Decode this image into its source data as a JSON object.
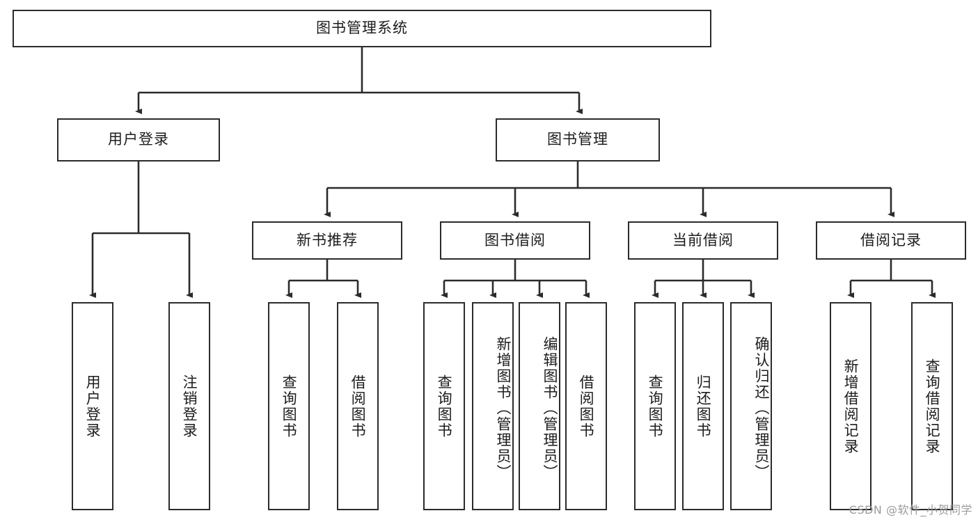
{
  "diagram": {
    "title": "图书管理系统",
    "type": "tree-hierarchy-flowchart",
    "watermark": "CSDN @软件_小贺同学",
    "root": {
      "label": "图书管理系统"
    },
    "level1": [
      {
        "label": "用户登录"
      },
      {
        "label": "图书管理"
      }
    ],
    "level2": [
      {
        "label": "新书推荐"
      },
      {
        "label": "图书借阅"
      },
      {
        "label": "当前借阅"
      },
      {
        "label": "借阅记录"
      }
    ],
    "leaves": {
      "user_login": [
        {
          "label": "用户登录"
        },
        {
          "label": "注销登录"
        }
      ],
      "new_book_recommend": [
        {
          "label": "查询图书"
        },
        {
          "label": "借阅图书"
        }
      ],
      "book_borrow": [
        {
          "label": "查询图书"
        },
        {
          "label": "新增图书（管理员）"
        },
        {
          "label": "编辑图书（管理员）"
        },
        {
          "label": "借阅图书"
        }
      ],
      "current_borrow": [
        {
          "label": "查询图书"
        },
        {
          "label": "归还图书"
        },
        {
          "label": "确认归还（管理员）"
        }
      ],
      "borrow_record": [
        {
          "label": "新增借阅记录"
        },
        {
          "label": "查询借阅记录"
        }
      ]
    },
    "colors": {
      "stroke": "#2b2b2b",
      "background": "#ffffff",
      "text": "#1c1c1c",
      "watermark": "#9b9b9b"
    }
  }
}
